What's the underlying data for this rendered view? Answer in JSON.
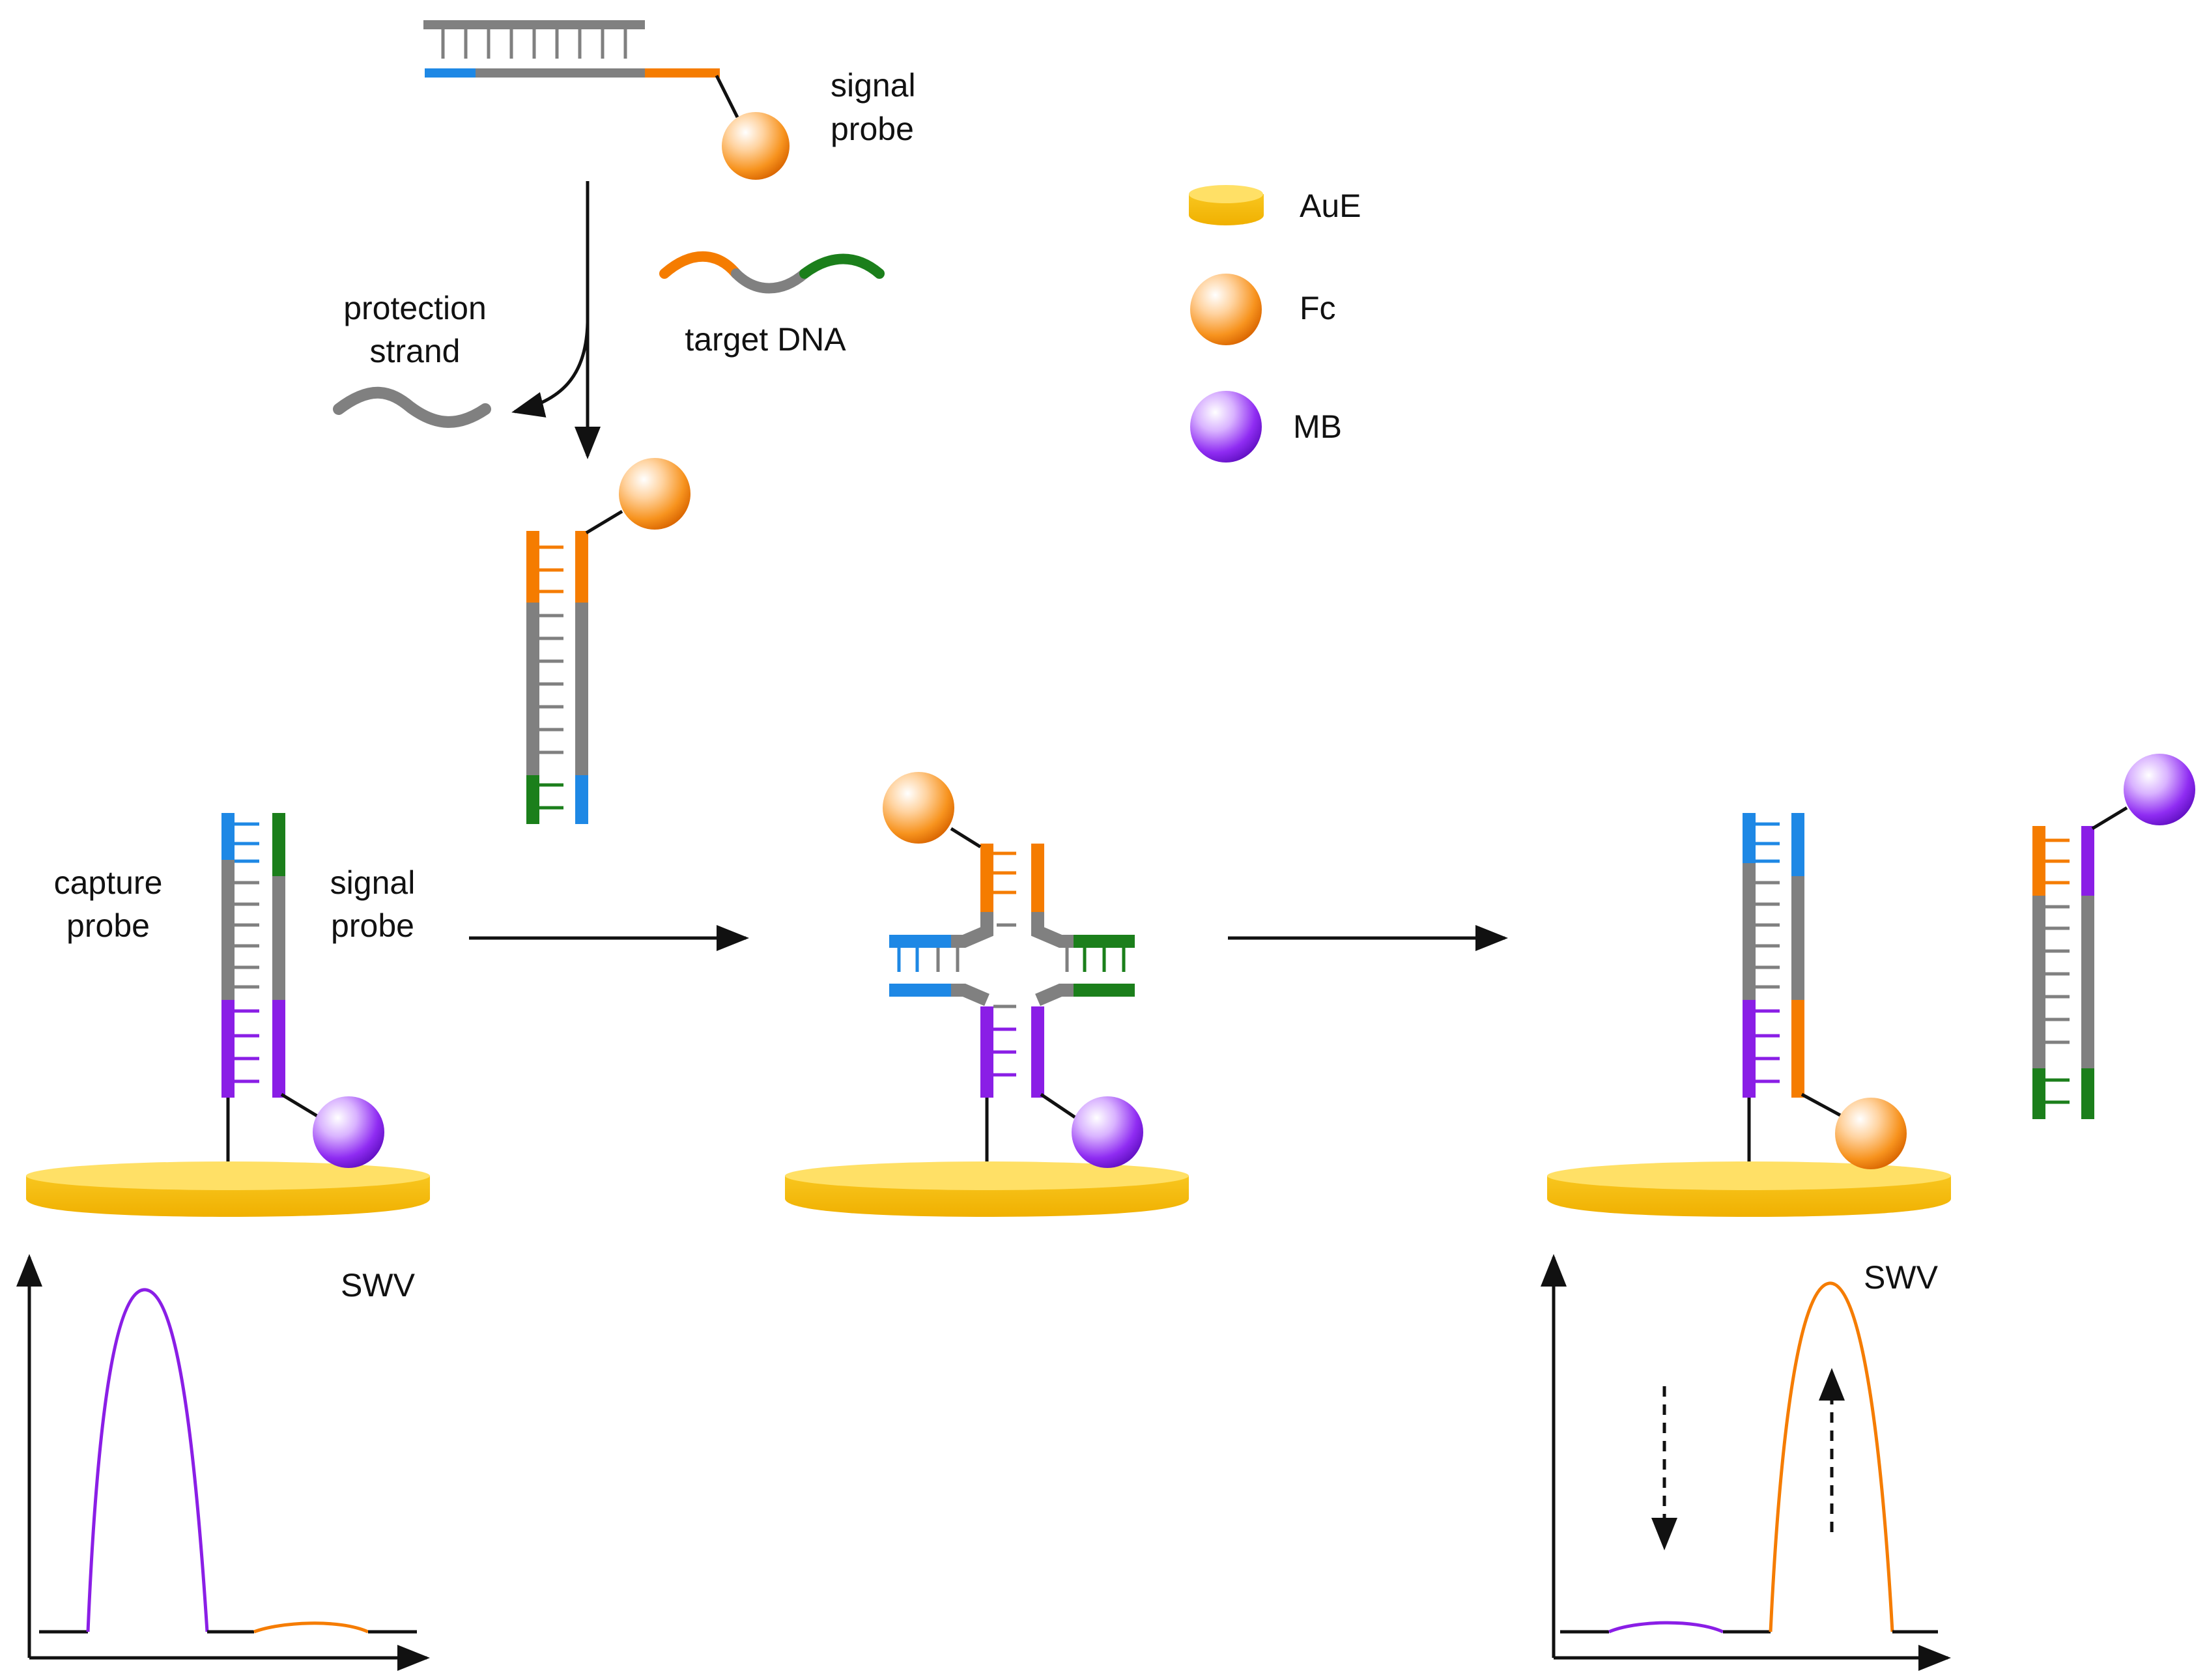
{
  "labels": {
    "signal_probe_top": [
      "signal",
      "probe"
    ],
    "protection_strand": [
      "protection",
      "strand"
    ],
    "target_dna": "target DNA",
    "capture_probe": [
      "capture",
      "probe"
    ],
    "signal_probe_left": [
      "signal",
      "probe"
    ],
    "swv_left": "SWV",
    "swv_right": "SWV"
  },
  "legend": [
    {
      "label": "AuE",
      "icon": "gold-electrode-icon"
    },
    {
      "label": "Fc",
      "icon": "ferrocene-sphere-icon"
    },
    {
      "label": "MB",
      "icon": "methylene-blue-sphere-icon"
    }
  ],
  "colors": {
    "blue": "#1e88e5",
    "orange": "#f57c00",
    "gray": "#808080",
    "green": "#1b7f1b",
    "purple": "#8a1ee6",
    "gold": "#f7c21a",
    "black": "#111111"
  }
}
